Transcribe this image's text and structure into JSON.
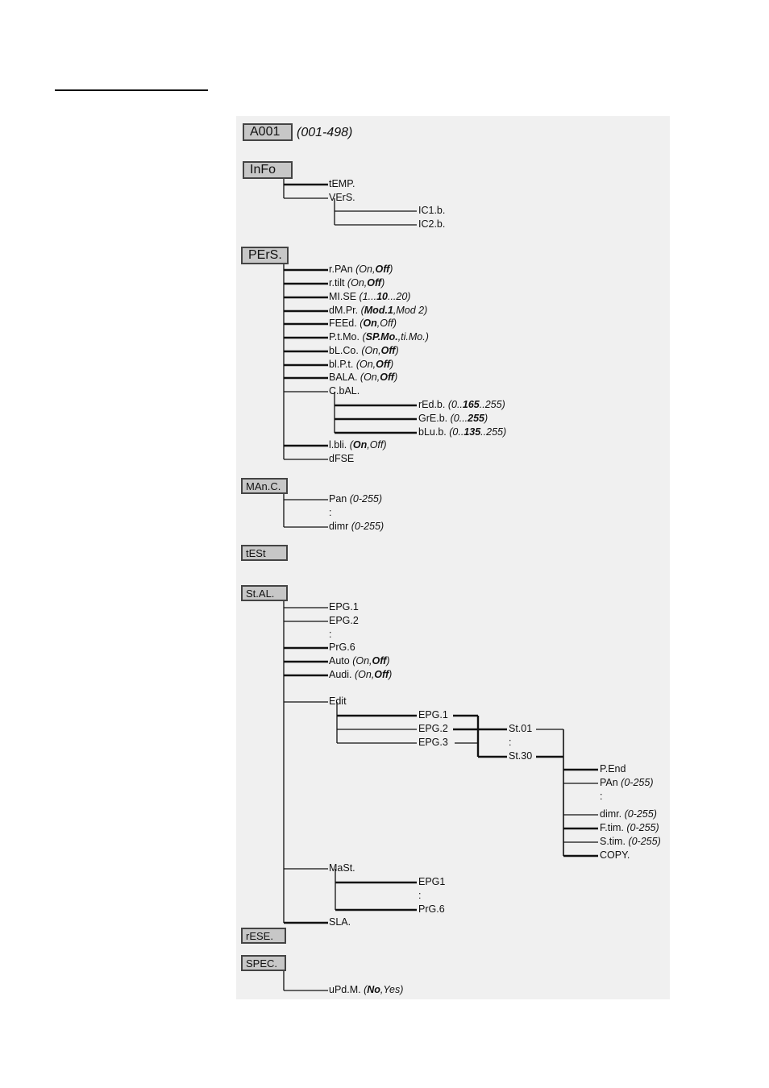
{
  "menu": {
    "address": {
      "label": "A001",
      "range": "(001-498)"
    },
    "info": {
      "label": "InFo",
      "items": [
        "tEMP.",
        "VErS."
      ],
      "version_items": [
        "IC1.b.",
        "IC2.b."
      ]
    },
    "pers": {
      "label": "PErS.",
      "items": [
        {
          "name": "r.PAn",
          "opts": [
            {
              "t": "On",
              "b": false
            },
            {
              "t": ",",
              "b": false
            },
            {
              "t": "Off",
              "b": true
            }
          ]
        },
        {
          "name": "r.tilt",
          "opts": [
            {
              "t": "On",
              "b": false
            },
            {
              "t": ",",
              "b": false
            },
            {
              "t": "Off",
              "b": true
            }
          ]
        },
        {
          "name": "MI.SE",
          "opts": [
            {
              "t": "1...",
              "b": false
            },
            {
              "t": "10",
              "b": true
            },
            {
              "t": "...20",
              "b": false
            }
          ]
        },
        {
          "name": "dM.Pr.",
          "opts": [
            {
              "t": "Mod.1",
              "b": true
            },
            {
              "t": ",Mod 2",
              "b": false
            }
          ]
        },
        {
          "name": "FEEd.",
          "opts": [
            {
              "t": "On",
              "b": true
            },
            {
              "t": ",Off",
              "b": false
            }
          ]
        },
        {
          "name": "P.t.Mo.",
          "opts": [
            {
              "t": "SP.Mo.",
              "b": true
            },
            {
              "t": ",ti.Mo.",
              "b": false
            }
          ]
        },
        {
          "name": "bL.Co.",
          "opts": [
            {
              "t": "On,",
              "b": false
            },
            {
              "t": "Off",
              "b": true
            }
          ]
        },
        {
          "name": "bl.P.t.",
          "opts": [
            {
              "t": "On,",
              "b": false
            },
            {
              "t": "Off",
              "b": true
            }
          ]
        },
        {
          "name": "BALA.",
          "opts": [
            {
              "t": "On,",
              "b": false
            },
            {
              "t": "Off",
              "b": true
            }
          ]
        },
        {
          "name": "C.bAL.",
          "opts": []
        },
        {
          "name": "l.bli.",
          "opts": [
            {
              "t": "On",
              "b": true
            },
            {
              "t": ",Off",
              "b": false
            }
          ]
        },
        {
          "name": "dFSE",
          "opts": []
        }
      ],
      "color_balance": [
        {
          "name": "rEd.b.",
          "opts": [
            {
              "t": "0..",
              "b": false
            },
            {
              "t": "165",
              "b": true
            },
            {
              "t": "..255",
              "b": false
            }
          ]
        },
        {
          "name": "GrE.b.",
          "opts": [
            {
              "t": "0...",
              "b": false
            },
            {
              "t": "255",
              "b": true
            }
          ]
        },
        {
          "name": "bLu.b.",
          "opts": [
            {
              "t": "0..",
              "b": false
            },
            {
              "t": "135",
              "b": true
            },
            {
              "t": "..255",
              "b": false
            }
          ]
        }
      ]
    },
    "manc": {
      "label": "MAn.C.",
      "items": [
        {
          "name": "Pan",
          "opts": [
            {
              "t": "0-255",
              "b": false
            }
          ]
        },
        {
          "name": ":",
          "opts": []
        },
        {
          "name": "dimr",
          "opts": [
            {
              "t": "0-255",
              "b": false
            }
          ]
        }
      ]
    },
    "test": {
      "label": "tESt"
    },
    "stal": {
      "label": "St.AL.",
      "items": [
        {
          "name": "EPG.1",
          "opts": []
        },
        {
          "name": "EPG.2",
          "opts": []
        },
        {
          "name": ":",
          "opts": []
        },
        {
          "name": "PrG.6",
          "opts": []
        },
        {
          "name": "Auto",
          "opts": [
            {
              "t": "On,",
              "b": false
            },
            {
              "t": "Off",
              "b": true
            }
          ]
        },
        {
          "name": "Audi.",
          "opts": [
            {
              "t": "On,",
              "b": false
            },
            {
              "t": "Off",
              "b": true
            }
          ]
        },
        {
          "name": "Edit",
          "opts": []
        },
        {
          "name": "MaSt.",
          "opts": []
        },
        {
          "name": "SLA.",
          "opts": []
        }
      ],
      "edit_programs": [
        "EPG.1",
        "EPG.2",
        "EPG.3"
      ],
      "steps": [
        "St.01",
        ":",
        "St.30"
      ],
      "step_params": [
        {
          "name": "P.End",
          "opts": []
        },
        {
          "name": "PAn",
          "opts": [
            {
              "t": "0-255",
              "b": false
            }
          ]
        },
        {
          "name": ":",
          "opts": []
        },
        {
          "name": "dimr.",
          "opts": [
            {
              "t": "0-255",
              "b": false
            }
          ]
        },
        {
          "name": "F.tim.",
          "opts": [
            {
              "t": "0-255",
              "b": false
            }
          ]
        },
        {
          "name": "S.tim.",
          "opts": [
            {
              "t": "0-255",
              "b": false
            }
          ]
        },
        {
          "name": "COPY.",
          "opts": []
        }
      ],
      "master_items": [
        "EPG1",
        ":",
        "PrG.6"
      ]
    },
    "rese": {
      "label": "rESE."
    },
    "spec": {
      "label": "SPEC.",
      "items": [
        {
          "name": "uPd.M.",
          "opts": [
            {
              "t": "No",
              "b": true
            },
            {
              "t": ",Yes",
              "b": false
            }
          ]
        }
      ]
    }
  }
}
